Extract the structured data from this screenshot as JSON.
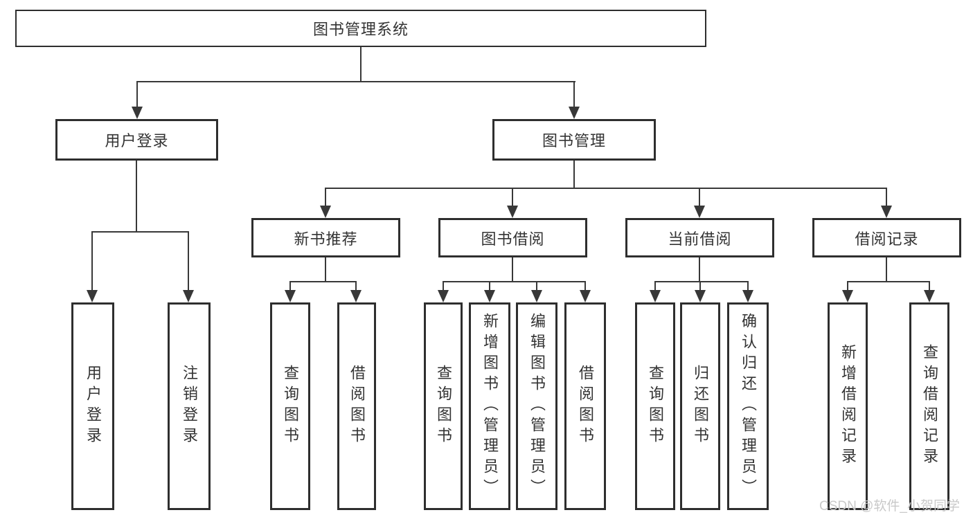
{
  "diagram": {
    "title_node": "图书管理系统",
    "level2": [
      "用户登录",
      "图书管理"
    ],
    "level3": [
      "新书推荐",
      "图书借阅",
      "当前借阅",
      "借阅记录"
    ],
    "leaves_user_login": [
      "用户登录",
      "注销登录"
    ],
    "leaves_new_book": [
      "查询图书",
      "借阅图书"
    ],
    "leaves_book_borrow": [
      "查询图书",
      "新增图书（管理员）",
      "编辑图书（管理员）",
      "借阅图书"
    ],
    "leaves_current_borrow": [
      "查询图书",
      "归还图书",
      "确认归还（管理员）"
    ],
    "leaves_borrow_record": [
      "新增借阅记录",
      "查询借阅记录"
    ],
    "colors": {
      "line": "#383838",
      "box_border": "#2e2e2e",
      "box_fill": "#ffffff",
      "text": "#333333",
      "watermark": "#c9c9c9"
    }
  },
  "watermark": "CSDN @软件_小贺同学"
}
